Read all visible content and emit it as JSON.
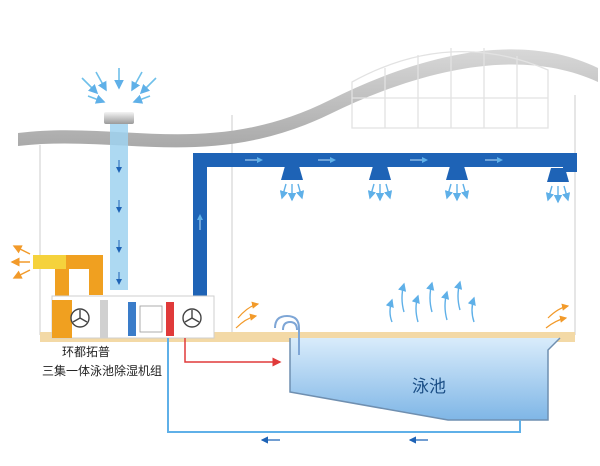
{
  "labels": {
    "brand": "环都拓普",
    "unit_name": "三集一体泳池除湿机组",
    "pool": "泳池"
  },
  "colors": {
    "duct_blue": "#1e63b6",
    "duct_light_blue": "#8cc8ec",
    "duct_orange": "#f0a020",
    "duct_yellow": "#f5d23c",
    "hot_red": "#e03a3a",
    "water_blue": "#9fcbf0",
    "floor_sand": "#f3d9a6",
    "roof_gray": "#b9b9b9"
  },
  "icons": {
    "air_inlet_arrows": "arrow-down-icon",
    "supply_diffuser_arrows": "arrow-down-icon",
    "evaporation_arrows": "arrow-up-icon",
    "exhaust_arrows": "arrow-left-icon",
    "fan": "fan-icon"
  }
}
